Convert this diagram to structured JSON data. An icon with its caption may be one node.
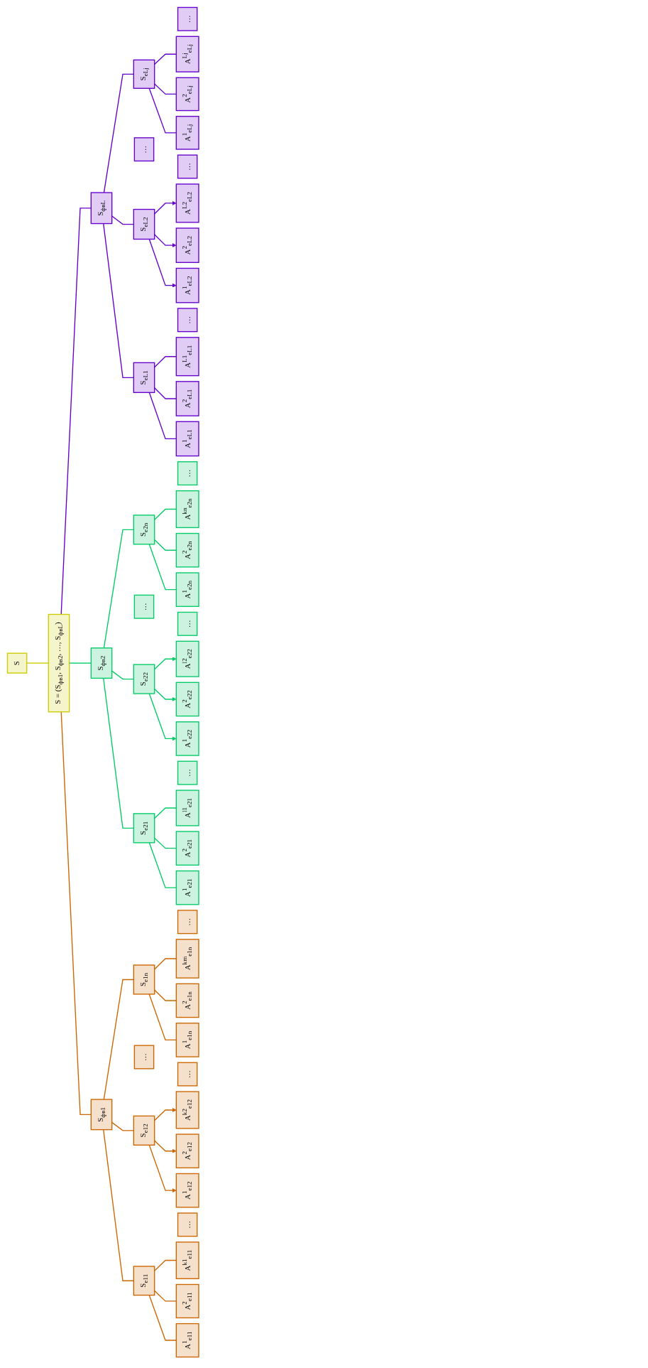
{
  "diagram": {
    "nodes": [
      {
        "text": [
          "S"
        ]
      },
      {
        "text": [
          "S = (S$_{фв1}$, S$_{фв2}$, …, S$_{фвL}$)"
        ]
      },
      {
        "text": [
          "S$_{фв1}$"
        ]
      },
      {
        "text": [
          "S$_{e11}$"
        ]
      },
      {
        "text": [
          "S$_{e12}$"
        ]
      },
      {
        "text": [
          "…"
        ]
      },
      {
        "text": [
          "S$_{e1n}$"
        ]
      },
      {
        "text": [
          "A$^{1}$$_{e11}$"
        ]
      },
      {
        "text": [
          "A$^{2}$$_{e11}$"
        ]
      },
      {
        "text": [
          "…"
        ]
      },
      {
        "text": [
          "A$^{k1}$$_{e11}$"
        ]
      },
      {
        "text": [
          "A$^{1}$$_{e12}$"
        ]
      },
      {
        "text": [
          "A$^{2}$$_{e12}$"
        ]
      },
      {
        "text": [
          "…"
        ]
      },
      {
        "text": [
          "A$^{k2}$$_{e12}$"
        ]
      },
      {
        "text": [
          "A$^{1}$$_{e1n}$"
        ]
      },
      {
        "text": [
          "A$^{2}$$_{e1n}$"
        ]
      },
      {
        "text": [
          "…"
        ]
      },
      {
        "text": [
          "A$^{km}$$_{e1n}$"
        ]
      },
      {
        "text": [
          "S$_{фв2}$"
        ]
      },
      {
        "text": [
          "S$_{e21}$"
        ]
      },
      {
        "text": [
          "S$_{e22}$"
        ]
      },
      {
        "text": [
          "…"
        ]
      },
      {
        "text": [
          "S$_{e2n}$"
        ]
      },
      {
        "text": [
          "A$^{1}$$_{e21}$"
        ]
      },
      {
        "text": [
          "A$^{2}$$_{e21}$"
        ]
      },
      {
        "text": [
          "…"
        ]
      },
      {
        "text": [
          "A$^{l1}$$_{e21}$"
        ]
      },
      {
        "text": [
          "A$^{1}$$_{e22}$"
        ]
      },
      {
        "text": [
          "A$^{2}$$_{e22}$"
        ]
      },
      {
        "text": [
          "…"
        ]
      },
      {
        "text": [
          "A$^{l2}$$_{e22}$"
        ]
      },
      {
        "text": [
          "A$^{1}$$_{e2n}$"
        ]
      },
      {
        "text": [
          "A$^{2}$$_{e2n}$"
        ]
      },
      {
        "text": [
          "…"
        ]
      },
      {
        "text": [
          "A$^{kn}$$_{e2n}$"
        ]
      },
      {
        "text": [
          "S$_{фвL}$"
        ]
      },
      {
        "text": [
          "S$_{eL1}$"
        ]
      },
      {
        "text": [
          "S$_{eL2}$"
        ]
      },
      {
        "text": [
          "…"
        ]
      },
      {
        "text": [
          "S$_{eLj}$"
        ]
      },
      {
        "text": [
          "A$^{1}$$_{eL1}$"
        ]
      },
      {
        "text": [
          "A$^{2}$$_{eL1}$"
        ]
      },
      {
        "text": [
          "…"
        ]
      },
      {
        "text": [
          "A$^{L1}$$_{eL1}$"
        ]
      },
      {
        "text": [
          "A$^{1}$$_{eL2}$"
        ]
      },
      {
        "text": [
          "A$^{2}$$_{eL2}$"
        ]
      },
      {
        "text": [
          "…"
        ]
      },
      {
        "text": [
          "A$^{L2}$$_{eL2}$"
        ]
      },
      {
        "text": [
          "A$^{1}$$_{eLj}$"
        ]
      },
      {
        "text": [
          "A$^{2}$$_{eLj}$"
        ]
      },
      {
        "text": [
          "…"
        ]
      },
      {
        "text": [
          "A$^{Lj}$$_{eLj}$"
        ]
      }
    ],
    "edges": [
      {
        "from": 0,
        "to": 1,
        "arrow": "none",
        "color": "#cccc00"
      },
      {
        "from": 1,
        "to": 2,
        "arrow": "none",
        "color": "#cc6600"
      },
      {
        "from": 2,
        "to": 3,
        "arrow": "none",
        "color": "#cc6600"
      },
      {
        "from": 2,
        "to": 4,
        "arrow": "none",
        "color": "#cc6600"
      },
      {
        "from": 2,
        "to": 6,
        "arrow": "none",
        "color": "#cc6600"
      },
      {
        "from": 3,
        "to": 7,
        "arrow": "none",
        "color": "#cc6600"
      },
      {
        "from": 3,
        "to": 8,
        "arrow": "none",
        "color": "#cc6600"
      },
      {
        "from": 3,
        "to": 10,
        "arrow": "none",
        "color": "#cc6600"
      },
      {
        "from": 4,
        "to": 11,
        "arrow": "to",
        "color": "#cc6600"
      },
      {
        "from": 4,
        "to": 12,
        "arrow": "to",
        "color": "#cc6600"
      },
      {
        "from": 4,
        "to": 14,
        "arrow": "to",
        "color": "#cc6600"
      },
      {
        "from": 6,
        "to": 15,
        "arrow": "none",
        "color": "#cc6600"
      },
      {
        "from": 6,
        "to": 16,
        "arrow": "none",
        "color": "#cc6600"
      },
      {
        "from": 6,
        "to": 18,
        "arrow": "none",
        "color": "#cc6600"
      },
      {
        "from": 1,
        "to": 19,
        "arrow": "none",
        "color": "#00cc66"
      },
      {
        "from": 19,
        "to": 20,
        "arrow": "none",
        "color": "#00cc66"
      },
      {
        "from": 19,
        "to": 21,
        "arrow": "none",
        "color": "#00cc66"
      },
      {
        "from": 19,
        "to": 23,
        "arrow": "none",
        "color": "#00cc66"
      },
      {
        "from": 20,
        "to": 24,
        "arrow": "none",
        "color": "#00cc66"
      },
      {
        "from": 20,
        "to": 25,
        "arrow": "none",
        "color": "#00cc66"
      },
      {
        "from": 20,
        "to": 27,
        "arrow": "none",
        "color": "#00cc66"
      },
      {
        "from": 21,
        "to": 28,
        "arrow": "to",
        "color": "#00cc66"
      },
      {
        "from": 21,
        "to": 29,
        "arrow": "to",
        "color": "#00cc66"
      },
      {
        "from": 21,
        "to": 31,
        "arrow": "to",
        "color": "#00cc66"
      },
      {
        "from": 23,
        "to": 32,
        "arrow": "none",
        "color": "#00cc66"
      },
      {
        "from": 23,
        "to": 33,
        "arrow": "none",
        "color": "#00cc66"
      },
      {
        "from": 23,
        "to": 35,
        "arrow": "none",
        "color": "#00cc66"
      },
      {
        "from": 1,
        "to": 36,
        "arrow": "none",
        "color": "#6600cc"
      },
      {
        "from": 36,
        "to": 37,
        "arrow": "none",
        "color": "#6600cc"
      },
      {
        "from": 36,
        "to": 38,
        "arrow": "none",
        "color": "#6600cc"
      },
      {
        "from": 36,
        "to": 40,
        "arrow": "none",
        "color": "#6600cc"
      },
      {
        "from": 37,
        "to": 41,
        "arrow": "none",
        "color": "#6600cc"
      },
      {
        "from": 37,
        "to": 42,
        "arrow": "none",
        "color": "#6600cc"
      },
      {
        "from": 37,
        "to": 44,
        "arrow": "none",
        "color": "#6600cc"
      },
      {
        "from": 38,
        "to": 45,
        "arrow": "to",
        "color": "#6600cc"
      },
      {
        "from": 38,
        "to": 46,
        "arrow": "to",
        "color": "#6600cc"
      },
      {
        "from": 38,
        "to": 48,
        "arrow": "to",
        "color": "#6600cc"
      },
      {
        "from": 40,
        "to": 49,
        "arrow": "none",
        "color": "#6600cc"
      },
      {
        "from": 40,
        "to": 50,
        "arrow": "none",
        "color": "#6600cc"
      },
      {
        "from": 40,
        "to": 52,
        "arrow": "none",
        "color": "#6600cc"
      }
    ]
  }
}
